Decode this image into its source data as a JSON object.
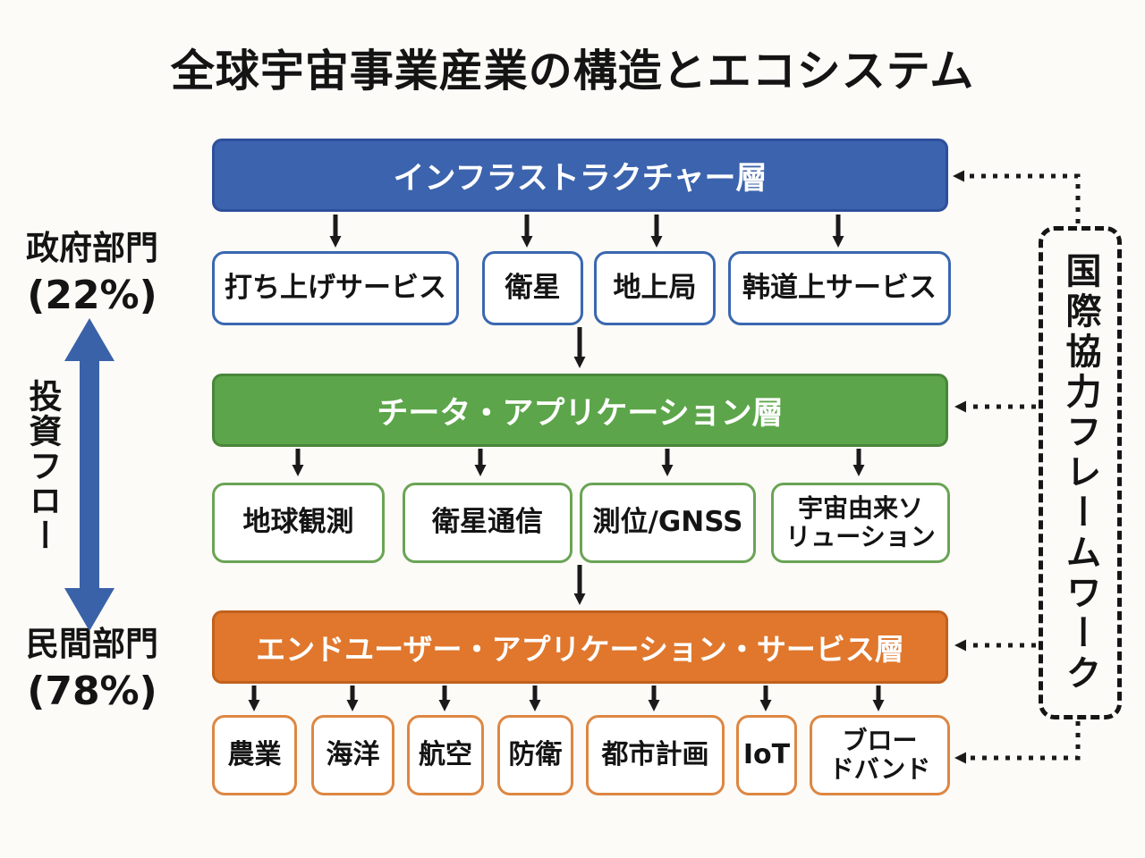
{
  "title": "全球宇宙事業産業の構造とエコシステム",
  "colors": {
    "background": "#fcfbf7",
    "text_dark": "#141414",
    "blue": "#3c63ad",
    "blue_border": "#2e4f9b",
    "blue_item_border": "#3a67b0",
    "green": "#5ca54a",
    "green_border": "#49863a",
    "green_item_border": "#6aa455",
    "orange": "#e0772c",
    "orange_border": "#c2611d",
    "orange_item_border": "#dd8743",
    "invest_arrow": "#3a62a8",
    "connector": "#1a1a1a"
  },
  "left_panel": {
    "government_label": "政府部門",
    "government_pct": "(22%)",
    "invest_flow_label": "投資フロー",
    "private_label": "民間部門",
    "private_pct": "(78%)"
  },
  "right_panel": {
    "framework_label": "国際協力フレームワーク"
  },
  "layers": {
    "infrastructure": {
      "label": "インフラストラクチャー層",
      "items": [
        "打ち上げサービス",
        "衛星",
        "地上局",
        "韩道上サービス"
      ]
    },
    "data_application": {
      "label": "チータ・アプリケーション層",
      "items": [
        "地球観測",
        "衛星通信",
        "測位/GNSS",
        "宇宙由来ソ\nリューション"
      ]
    },
    "end_user": {
      "label": "エンドユーザー・アプリケーション・サービス層",
      "items": [
        "農業",
        "海洋",
        "航空",
        "防衛",
        "都市計画",
        "IoT",
        "ブロー\nドバンド"
      ]
    }
  }
}
